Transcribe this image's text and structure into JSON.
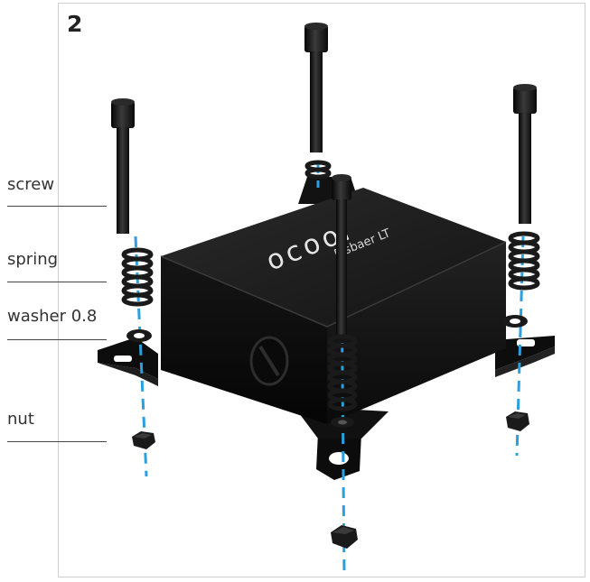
{
  "step_number": "2",
  "brand": {
    "logo_text": "ocool",
    "model_text": "Eisbaer LT"
  },
  "callouts": [
    {
      "id": "screw",
      "label": "screw"
    },
    {
      "id": "spring",
      "label": "spring"
    },
    {
      "id": "washer",
      "label": "washer 0.8"
    },
    {
      "id": "nut",
      "label": "nut"
    }
  ],
  "colors": {
    "guide_line": "#2aa0e0",
    "hardware": "#151515",
    "block_top": "#1b1b1b",
    "block_side": "#0c0c0c",
    "label_text": "#333333"
  }
}
